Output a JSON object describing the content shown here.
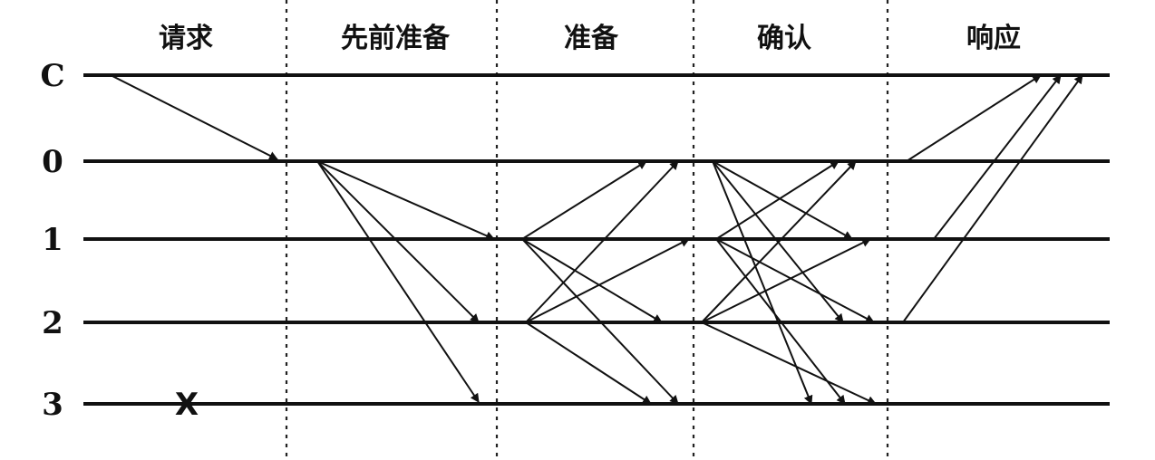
{
  "phases": [
    "请求",
    "先前准备",
    "准备",
    "确认",
    "响应"
  ],
  "nodes": [
    "C",
    "0",
    "1",
    "2",
    "3"
  ],
  "failure": {
    "node": "3",
    "mark": "X"
  },
  "colors": {
    "ink": "#111111",
    "background": "#ffffff"
  }
}
